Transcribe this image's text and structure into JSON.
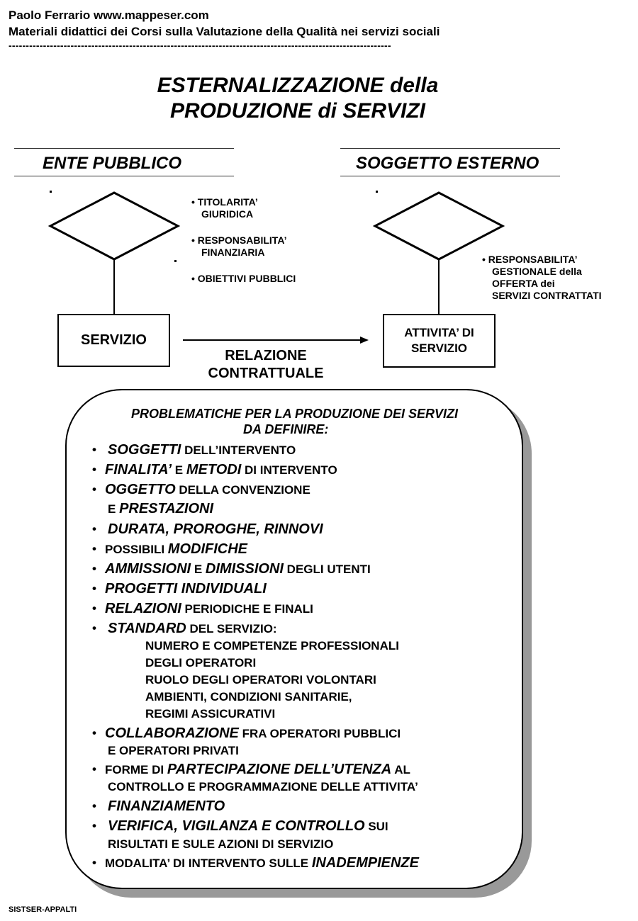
{
  "header": {
    "line1": "Paolo Ferrario www.mappeser.com",
    "line2": "Materiali didattici dei Corsi sulla Valutazione della Qualità nei servizi sociali",
    "line3": "---------------------------------------------------------------------------------------------------------------"
  },
  "title": {
    "line1": "ESTERNALIZZAZIONE  della",
    "line2": "PRODUZIONE di SERVIZI"
  },
  "left": {
    "heading": "ENTE PUBBLICO",
    "notes": [
      "• TITOLARITA’",
      "GIURIDICA",
      "• RESPONSABILITA’",
      "FINANZIARIA",
      "• OBIETTIVI PUBBLICI"
    ],
    "box": "SERVIZIO"
  },
  "right": {
    "heading": "SOGGETTO  ESTERNO",
    "notes": [
      "• RESPONSABILITA’",
      "GESTIONALE della",
      "OFFERTA dei",
      "SERVIZI CONTRATTATI"
    ],
    "box": [
      "ATTIVITA’ DI",
      "SERVIZIO"
    ]
  },
  "relation": [
    "RELAZIONE",
    "CONTRATTUALE"
  ],
  "panel": {
    "title": [
      "PROBLEMATICHE PER LA PRODUZIONE DEI SERVIZI",
      "DA DEFINIRE:"
    ],
    "bullet": "•",
    "items": {
      "i1": {
        "a": "SOGGETTI",
        "b": " DELL’INTERVENTO"
      },
      "i2": {
        "a": "FINALITA’",
        "b": " E ",
        "c": "METODI",
        "d": "  DI INTERVENTO"
      },
      "i3": {
        "a": "OGGETTO",
        "b": "  DELLA CONVENZIONE",
        "c": "E ",
        "d": "PRESTAZIONI"
      },
      "i4": {
        "a": "DURATA, PROROGHE, RINNOVI"
      },
      "i5": {
        "a": "POSSIBILI ",
        "b": "MODIFICHE"
      },
      "i6": {
        "a": "AMMISSIONI",
        "b": " E ",
        "c": "DIMISSIONI",
        "d": " DEGLI UTENTI"
      },
      "i7": {
        "a": "PROGETTI INDIVIDUALI"
      },
      "i8": {
        "a": "RELAZIONI",
        "b": " PERIODICHE E FINALI"
      },
      "i9": {
        "a": "STANDARD",
        "b": " DEL SERVIZIO:"
      },
      "std": [
        "NUMERO E COMPETENZE PROFESSIONALI",
        "DEGLI OPERATORI",
        "RUOLO DEGLI OPERATORI VOLONTARI",
        "AMBIENTI, CONDIZIONI SANITARIE,",
        "REGIMI ASSICURATIVI"
      ],
      "i10": {
        "a": "COLLABORAZIONE",
        "b": " FRA OPERATORI PUBBLICI",
        "c": "E OPERATORI PRIVATI"
      },
      "i11": {
        "a": "FORME DI ",
        "b": "PARTECIPAZIONE DELL’UTENZA",
        "c": " AL",
        "d": "CONTROLLO E PROGRAMMAZIONE DELLE ATTIVITA’"
      },
      "i12": {
        "a": "FINANZIAMENTO"
      },
      "i13": {
        "a": "VERIFICA, VIGILANZA E CONTROLLO",
        "b": " SUI",
        "c": "RISULTATI E SULE AZIONI DI SERVIZIO"
      },
      "i14": {
        "a": "MODALITA’ DI INTERVENTO SULLE ",
        "b": "INADEMPIENZE"
      }
    }
  },
  "footer": "SISTSER-APPALTI"
}
